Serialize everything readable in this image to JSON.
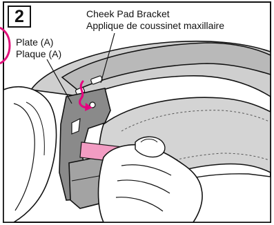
{
  "step": {
    "number": "2"
  },
  "callouts": {
    "cheek_pad_bracket": {
      "line1": "Cheek Pad Bracket",
      "line2": "Applique de coussinet maxillaire"
    },
    "plate_a": {
      "line1": "Plate (A)",
      "line2": "Plaque (A)"
    }
  },
  "colors": {
    "frame": "#111111",
    "shell_gray": "#b9b9b9",
    "pad_gray": "#d4d4d4",
    "plate_gray": "#8a8a8a",
    "accent_pink": "#e5007e",
    "pink_strap": "#f29cc3",
    "magenta_ring": "#e0107a"
  },
  "icons": {
    "step_badge": "step-number-box",
    "motion_arrow": "curved-arrow-icon",
    "hand": "hand-illustration"
  }
}
